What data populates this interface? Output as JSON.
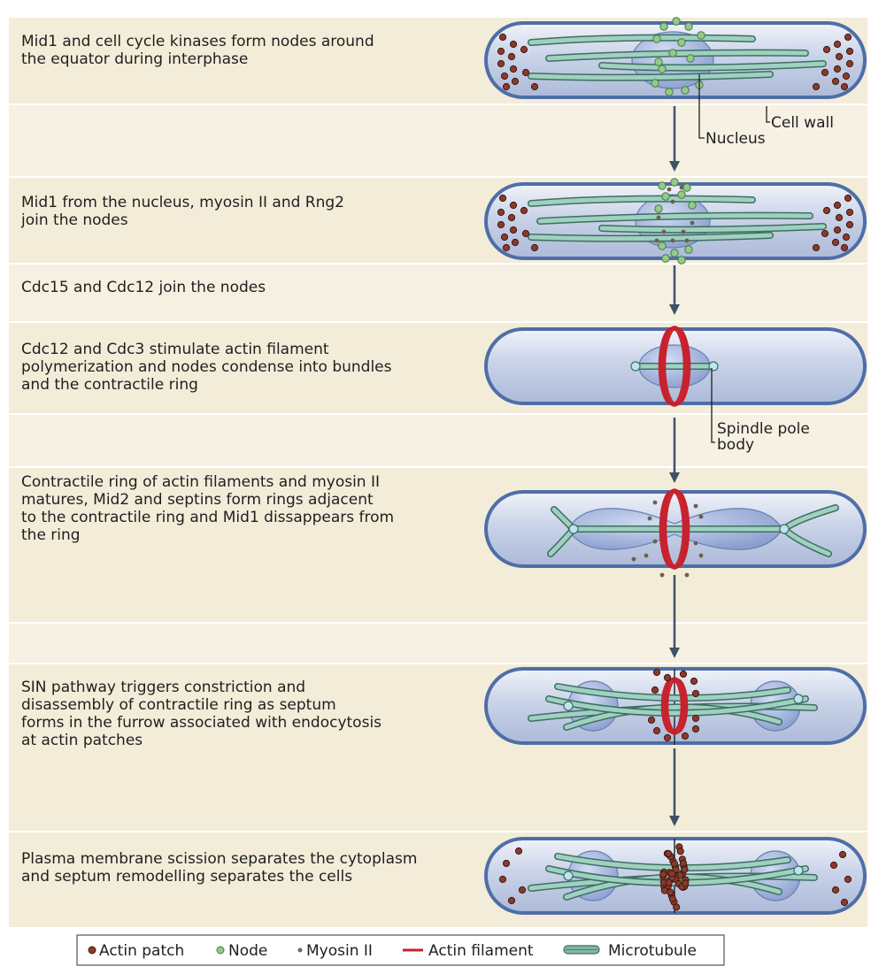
{
  "steps": [
    {
      "lines": [
        "Mid1 and cell cycle kinases form nodes around",
        "the equator during interphase"
      ]
    },
    {
      "lines": [
        "Mid1 from the nucleus, myosin II and Rng2",
        "join the nodes"
      ]
    },
    {
      "lines": [
        "Cdc15 and Cdc12 join the nodes"
      ]
    },
    {
      "lines": [
        "Cdc12 and Cdc3 stimulate actin filament",
        "polymerization and nodes condense into bundles",
        "and the contractile ring"
      ]
    },
    {
      "lines": [
        "Contractile ring of actin filaments and myosin II",
        "matures, Mid2 and septins form rings adjacent",
        "to the contractile ring and Mid1 dissappears from",
        "the ring"
      ]
    },
    {
      "lines": [
        "SIN pathway triggers constriction and",
        "disassembly of contractile ring as septum",
        "forms in the furrow associated with endocytosis",
        "at actin patches"
      ]
    },
    {
      "lines": [
        "Plasma membrane scission separates the cytoplasm",
        "and septum remodelling separates the cells"
      ]
    }
  ],
  "labels": {
    "cell_wall": "Cell wall",
    "nucleus": "Nucleus",
    "spindle_pole_body": [
      "Spindle pole",
      "body"
    ]
  },
  "legend": [
    {
      "key": "actin-patch",
      "label": "Actin patch",
      "color": "#8b3a2a"
    },
    {
      "key": "node",
      "label": "Node",
      "color": "#93c98a"
    },
    {
      "key": "myosin",
      "label": "Myosin II",
      "color": "#7a6a52"
    },
    {
      "key": "actin-filament",
      "label": "Actin filament",
      "color": "#c8202c"
    },
    {
      "key": "microtubule",
      "label": "Microtubule",
      "color": "#7fb7a6"
    }
  ],
  "colors": {
    "panel_bg": "#f3ecd9",
    "cell_wall": "#4f6ea8",
    "cytoplasm": "#d3dbea",
    "nucleus": "#9fb1d9",
    "arrow": "#3d5268"
  }
}
